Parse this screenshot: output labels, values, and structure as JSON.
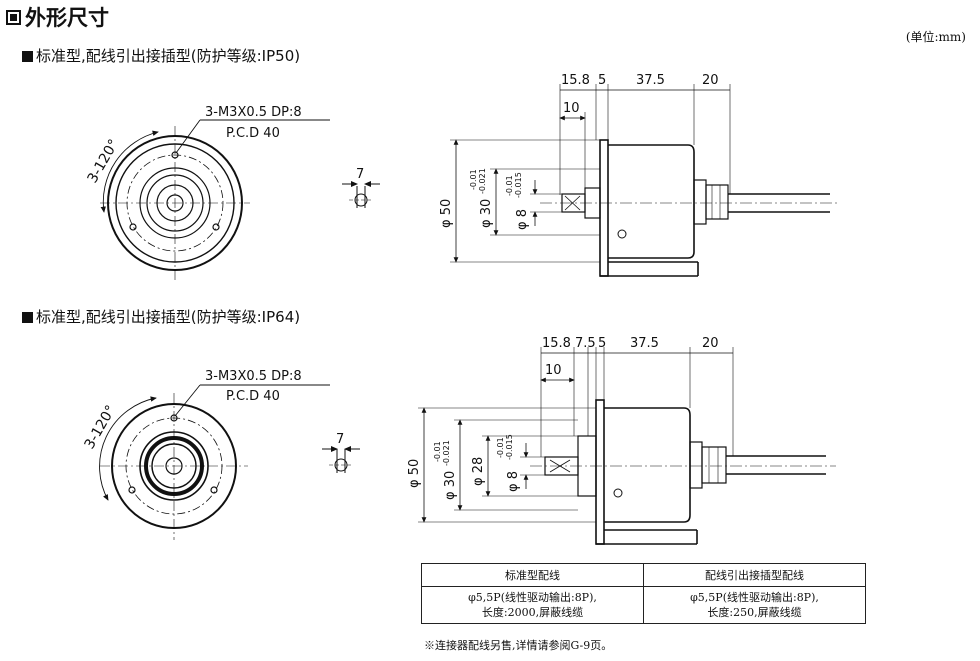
{
  "title": "外形尺寸",
  "unit": "(单位:mm)",
  "sections": [
    {
      "label": "标准型,配线引出接插型(防护等级:IP50)",
      "front": {
        "screw": "3-M3X0.5 DP:8",
        "pcd": "P.C.D 40",
        "angle": "3-120°",
        "key": "7"
      },
      "side": {
        "dims_top": [
          "15.8",
          "5",
          "37.5",
          "20"
        ],
        "dim_10": "10",
        "phi50": "φ 50",
        "phi30": "φ 30",
        "tol30_up": "-0.01",
        "tol30_dn": "-0.021",
        "phi8": "φ 8",
        "tol8_up": "-0.01",
        "tol8_dn": "-0.015"
      }
    },
    {
      "label": "标准型,配线引出接插型(防护等级:IP64)",
      "front": {
        "screw": "3-M3X0.5 DP:8",
        "pcd": "P.C.D 40",
        "angle": "3-120°",
        "key": "7"
      },
      "side": {
        "dims_top": [
          "15.8",
          "7.5",
          "5",
          "37.5",
          "20"
        ],
        "dim_10": "10",
        "phi50": "φ 50",
        "phi30": "φ 30",
        "tol30_up": "-0.01",
        "tol30_dn": "-0.021",
        "phi28": "φ 28",
        "phi8": "φ 8",
        "tol8_up": "-0.01",
        "tol8_dn": "-0.015"
      }
    }
  ],
  "table": {
    "headers": [
      "标准型配线",
      "配线引出接插型配线"
    ],
    "rows": [
      [
        "φ5,5P(线性驱动输出:8P),",
        "φ5,5P(线性驱动输出:8P),"
      ],
      [
        "长度:2000,屏蔽线缆",
        "长度:250,屏蔽线缆"
      ]
    ]
  },
  "note": "※连接器配线另售,详情请参阅G-9页。"
}
